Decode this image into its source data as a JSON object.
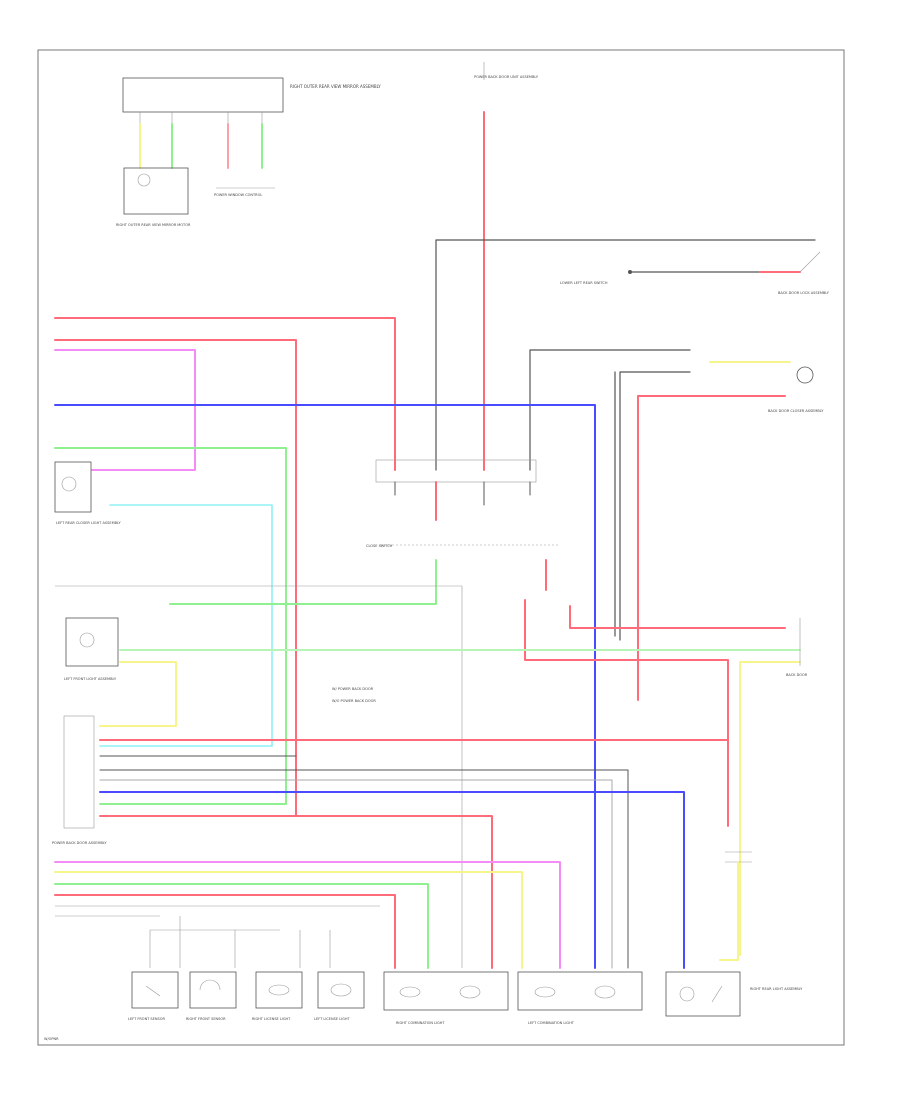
{
  "colors": {
    "red": "#ff6b78",
    "pink": "#ffa0a8",
    "magenta": "#f58cf5",
    "blue": "#4a4aff",
    "green": "#8ef08e",
    "lightgreen": "#b6f5b6",
    "cyan": "#8ff0f5",
    "yellow": "#f5f58c",
    "black": "#555555",
    "gray": "#aaaaaa",
    "frame": "#777777"
  },
  "labels": {
    "top_module": "RIGHT OUTER REAR VIEW MIRROR ASSEMBLY",
    "top_left_component": "RIGHT OUTER REAR VIEW MIRROR MOTOR",
    "top_center_component": "POWER WINDOW CONTROL",
    "top_right_component": "POWER BACK DOOR UNIT ASSEMBLY",
    "right_top_switch": "LOWER LEFT REAR SWITCH",
    "right_top_comp": "BACK DOOR LOCK ASSEMBLY",
    "right_mid_comp": "BACK DOOR CLOSER ASSEMBLY",
    "left_mid_comp": "LEFT REAR CLOSER LIGHT ASSEMBLY",
    "center_switch": "CLOSE SWITCH",
    "left_lower_comp": "LEFT FRONT LIGHT ASSEMBLY",
    "legend_1": "W/ POWER BACK DOOR",
    "legend_2": "W/O POWER BACK DOOR",
    "right_connector": "BACK DOOR",
    "left_connector": "POWER BACK DOOR ASSEMBLY",
    "bottom_c1": "LEFT FRONT SENSOR",
    "bottom_c2": "RIGHT FRONT SENSOR",
    "bottom_c3": "RIGHT LICENSE LIGHT",
    "bottom_c4": "LEFT LICENSE LIGHT",
    "bottom_c5": "RIGHT COMBINATION LIGHT",
    "bottom_c6": "LEFT COMBINATION LIGHT",
    "bottom_c7": "RIGHT REAR LIGHT ASSEMBLY",
    "footer": "W/OPNR"
  }
}
